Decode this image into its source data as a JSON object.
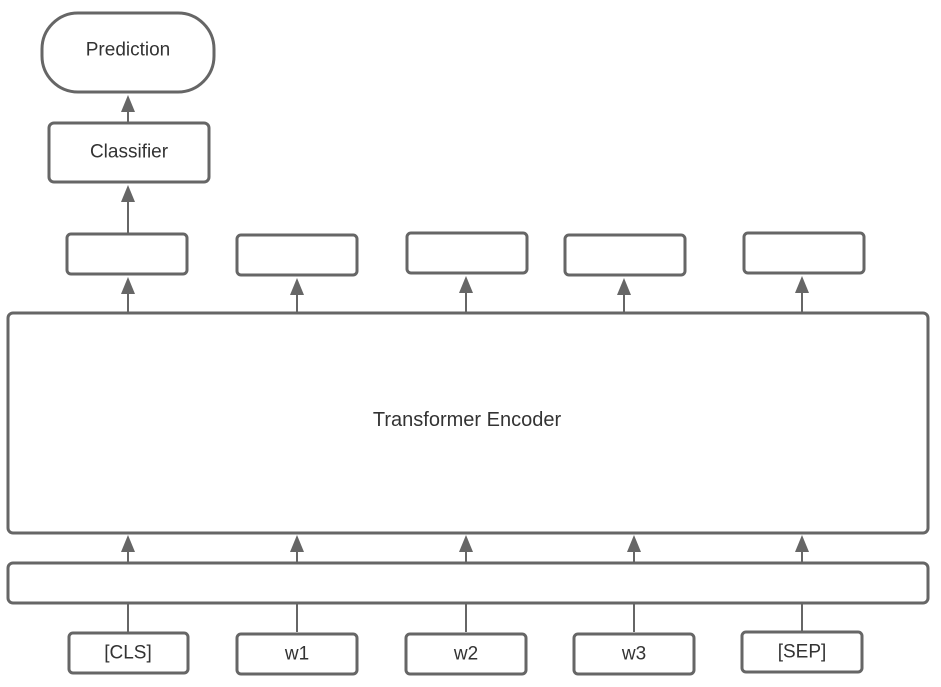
{
  "diagram": {
    "prediction_label": "Prediction",
    "classifier_label": "Classifier",
    "encoder_label": "Transformer Encoder",
    "tokens": [
      "[CLS]",
      "w1",
      "w2",
      "w3",
      "[SEP]"
    ],
    "colors": {
      "stroke": "#666666",
      "text": "#333333",
      "background": "#ffffff"
    }
  }
}
